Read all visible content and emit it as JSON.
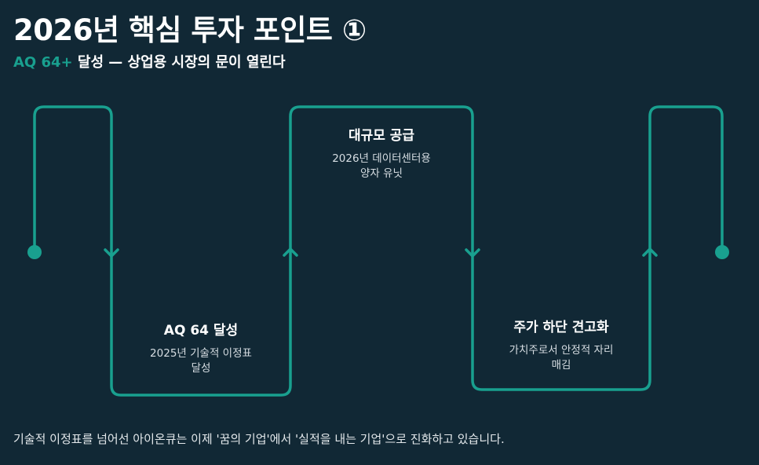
{
  "header": {
    "title": "2026년 핵심 투자 포인트 ①",
    "subtitle_accent": "AQ 64+",
    "subtitle_rest": " 달성 — 상업용 시장의 문이 열린다"
  },
  "colors": {
    "background": "#112835",
    "accent": "#19a08f"
  },
  "steps": [
    {
      "title": "AQ 64 달성",
      "line1": "2025년 기술적 이정표",
      "line2": "달성"
    },
    {
      "title": "대규모 공급",
      "line1": "2026년 데이터센터용",
      "line2": "양자 유닛"
    },
    {
      "title": "주가 하단 견고화",
      "line1": "가치주로서 안정적 자리",
      "line2": "매김"
    }
  ],
  "footer": {
    "text": "기술적 이정표를 넘어선 아이온큐는 이제 '꿈의 기업'에서 '실적을 내는 기업'으로 진화하고 있습니다."
  }
}
